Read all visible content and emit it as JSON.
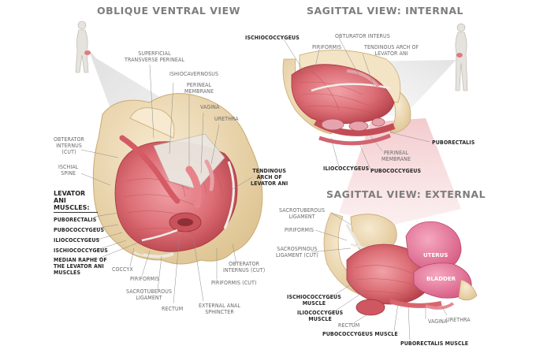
{
  "views": {
    "oblique": "OBLIQUE VENTRAL VIEW",
    "sag_internal": "SAGITTAL VIEW: INTERNAL",
    "sag_external": "SAGITTAL VIEW: EXTERNAL"
  },
  "oblique_labels": {
    "sup_trans": "SUPERFICIAL\nTRANSVERSE PERINEAL",
    "ischiocav": "ISHIOCAVERNOSUS",
    "perineal_membrane": "PERINEAL\nMEMBRANE",
    "vagina": "VAGINA",
    "urethra": "URETHRA",
    "obt_int_cut": "OBTERATOR\nINTERNUS\n(CUT)",
    "ischial_spine": "ISCHIAL\nSPINE",
    "tendinous_arch": "TENDINOUS\nARCH OF\nLEVATOR ANI",
    "coccyx": "COCCYX",
    "piriformis": "PIRIFORMIS",
    "sacrotuberous": "SACROTUBEROUS\nLIGAMENT",
    "rectum": "RECTUM",
    "ext_anal": "EXTERNAL ANAL\nSPHINCTER",
    "piriformis_cut": "PIRIFORMIS (CUT)",
    "obt_int_cut2": "OBTERATOR\nINTERNUS (CUT)"
  },
  "levator_ani": {
    "heading": "LEVATOR\nANI\nMUSCLES:",
    "items": [
      "PUBORECTALIS",
      "PUBOCOCCYGEUS",
      "ILIOCOCCYGEUS",
      "ISCHIOCOCCYGEUS",
      "MEDIAN RAPHE OF\nTHE LEVATOR ANI\nMUSCLES"
    ]
  },
  "internal_labels": {
    "ischiococcygeus": "ISCHIOCOCCYGEUS",
    "piriformis": "PIRIFORMIS",
    "obturator_internus": "OBTURATOR INTERUS",
    "tendinous_arch": "TENDINOUS ARCH OF\nLEVATOR ANI",
    "puborectalis": "PUBORECTALIS",
    "iliococcygeus": "ILIOCOCCYGEUS",
    "perineal_membrane": "PERINEAL\nMEMBRANE",
    "pubococcygeus": "PUBOCOCCYGEUS"
  },
  "external_labels": {
    "sacrotuberous": "SACROTUBEROUS\nLIGAMENT",
    "piriformis": "PIRIFORMIS",
    "sacrospinous": "SACROSPINOUS\nLIGAMENT (CUT)",
    "uterus": "UTERUS",
    "bladder": "BLADDER",
    "ischiococcygeus_muscle": "ISCHIOCOCCYGEUS\nMUSCLE",
    "iliococcygeus_muscle": "ILIOCOCCYGEUS\nMUSCLE",
    "rectum": "RECTUM",
    "pubococcygeus_muscle": "PUBOCOCCYGEUS MUSCLE",
    "vagina": "VAGINA",
    "urethra": "URETHRA",
    "puborectalis_muscle": "PUBORECTALIS MUSCLE"
  },
  "colors": {
    "bone": "#efdcb5",
    "bone_dark": "#d9be8a",
    "muscle": "#d9646c",
    "muscle_light": "#ef9aa0",
    "muscle_dark": "#b8434c",
    "organ_pink": "#e8789a",
    "ligament": "#e9e7e3",
    "highlight_beam": "#f3c9cc"
  }
}
